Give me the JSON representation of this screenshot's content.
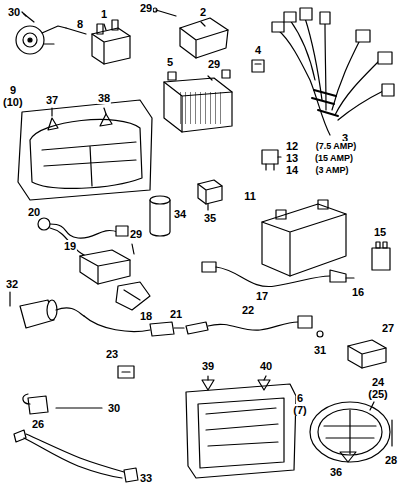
{
  "diagram": {
    "labels": [
      "30",
      "1",
      "29",
      "2",
      "3",
      "8",
      "4",
      "5",
      "29",
      "9",
      "(10)",
      "37",
      "38",
      "12",
      "(7.5 AMP)",
      "13",
      "(15 AMP)",
      "14",
      "(3 AMP)",
      "11",
      "34",
      "35",
      "15",
      "20",
      "19",
      "29",
      "16",
      "17",
      "18",
      "32",
      "22",
      "21",
      "27",
      "31",
      "23",
      "39",
      "40",
      "24",
      "(25)",
      "6",
      "(7)",
      "26",
      "30",
      "28",
      "33",
      "36"
    ]
  }
}
